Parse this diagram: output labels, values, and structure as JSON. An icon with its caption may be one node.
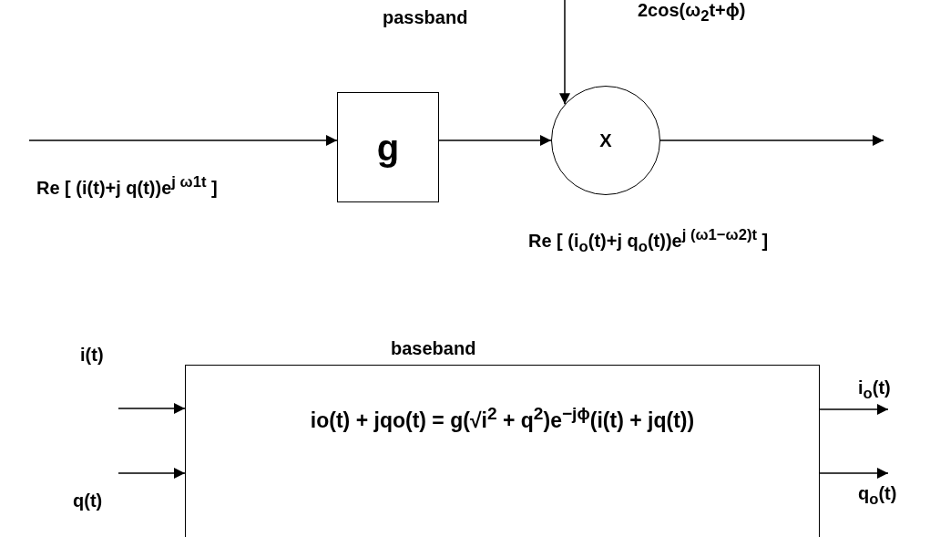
{
  "diagram": {
    "nodes": [
      {
        "text": [
          "g"
        ]
      },
      {
        "text": [
          "X"
        ]
      },
      {
        "text": [
          "baseband",
          "io(t) + jqo(t) = g(√i$^{2}$ + q$^{2}$)e$^{−jϕ}$(i(t) + jq(t))"
        ]
      }
    ],
    "edges": [
      {
        "from": null,
        "to": 0,
        "arrow": "to",
        "label": "Re [ (i(t)+j q(t))e$^{j ω1t}$ ]"
      },
      {
        "from": 0,
        "to": 1,
        "arrow": "to"
      },
      {
        "from": null,
        "to": 1,
        "arrow": "to",
        "label": "2cos(ω$_{2}$t+ϕ)"
      },
      {
        "from": 1,
        "to": null,
        "arrow": "to",
        "label": "Re [ (i$_{o}$(t)+j q$_{o}$(t))e$^{j (ω1−ω2)t}$ ]"
      },
      {
        "from": null,
        "to": 2,
        "arrow": "to",
        "label": "i(t)"
      },
      {
        "from": null,
        "to": 2,
        "arrow": "to",
        "label": "q(t)"
      },
      {
        "from": 2,
        "to": null,
        "arrow": "to",
        "label": "i$_{o}$(t)"
      },
      {
        "from": 2,
        "to": null,
        "arrow": "to",
        "label": "q$_{o}$(t)"
      }
    ],
    "labels": [
      "passband"
    ]
  }
}
